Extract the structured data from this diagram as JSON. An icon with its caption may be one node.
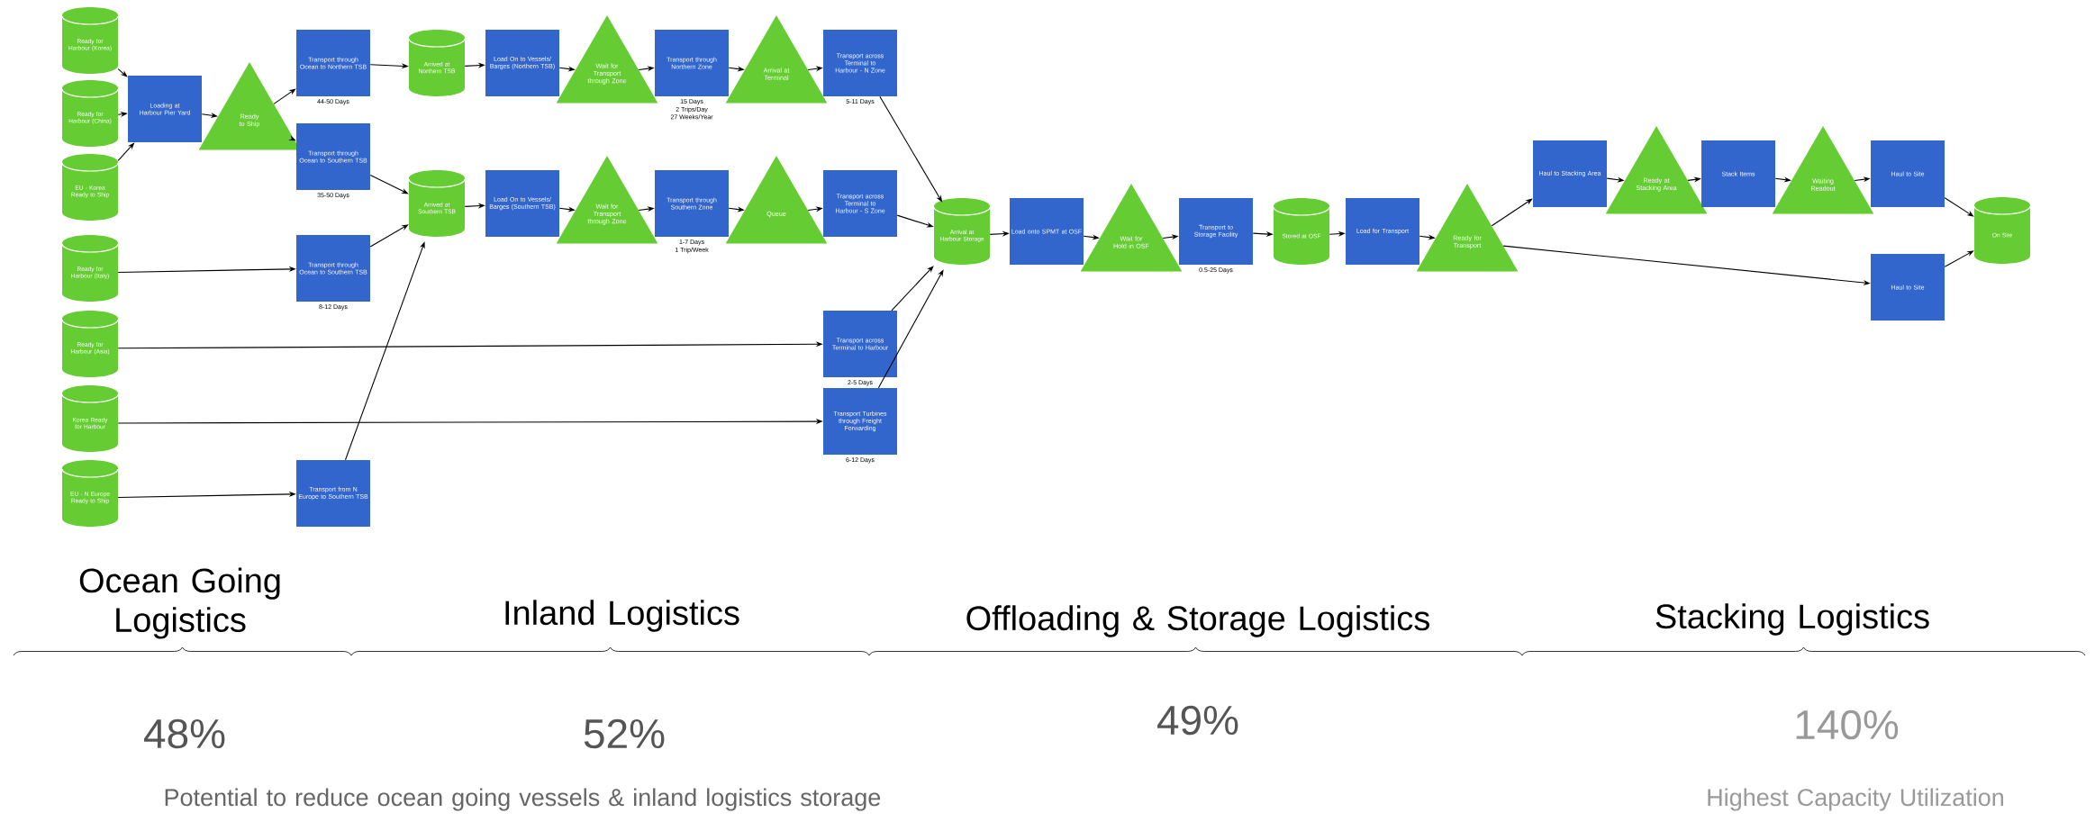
{
  "diagram": {
    "nodes": [
      {
        "text": [
          "Ready for Harbour (Korea)"
        ]
      },
      {
        "text": [
          "Ready for Harbour (China)"
        ]
      },
      {
        "text": [
          "EU - Korea Ready to Ship"
        ]
      },
      {
        "text": [
          "Ready for Harbour (Italy)"
        ]
      },
      {
        "text": [
          "Ready for Harbour (Asia)"
        ]
      },
      {
        "text": [
          "Korea Ready for Harbour"
        ]
      },
      {
        "text": [
          "EU - N Europe Ready to Ship"
        ]
      },
      {
        "text": [
          "Loading at Harbour Pier Yard"
        ]
      },
      {
        "text": [
          "Ready to Ship"
        ]
      },
      {
        "text": [
          "Transport through Ocean to Northern TSB"
        ],
        "beside": [
          "44-50 Days"
        ]
      },
      {
        "text": [
          "Transport through Ocean to Southern TSB"
        ],
        "beside": [
          "35-50 Days"
        ]
      },
      {
        "text": [
          "Transport through Ocean to Southern TSB"
        ],
        "beside": [
          "8-12 Days"
        ]
      },
      {
        "text": [
          "Transport from N Europe to Southern TSB"
        ]
      },
      {
        "text": [
          "Arrived at Northern TSB"
        ]
      },
      {
        "text": [
          "Arrived at Southern TSB"
        ]
      },
      {
        "text": [
          "Load On to Vessels/ Barges (Northern TSB)"
        ]
      },
      {
        "text": [
          "Load On to Vessels/ Barges (Southern TSB)"
        ]
      },
      {
        "text": [
          "Wait for Transport through Zone"
        ]
      },
      {
        "text": [
          "Wait for Transport through Zone"
        ]
      },
      {
        "text": [
          "Transport through Northern Zone"
        ],
        "beside": [
          "15 Days",
          "2 Trips/Day",
          "27 Weeks/Year"
        ]
      },
      {
        "text": [
          "Transport through Southern Zone"
        ],
        "beside": [
          "1-7 Days",
          "1 Trip/Week"
        ]
      },
      {
        "text": [
          "Arrival at Terminal"
        ]
      },
      {
        "text": [
          "Queue"
        ]
      },
      {
        "text": [
          "Transport across Terminal to Harbour - N Zone"
        ],
        "beside": [
          "5-11 Days"
        ]
      },
      {
        "text": [
          "Transport across Terminal to Harbour - S Zone"
        ]
      },
      {
        "text": [
          "Transport across Terminal to Harbour"
        ],
        "beside": [
          "2-5 Days"
        ]
      },
      {
        "text": [
          "Transport Turbines through Freight Forwarding"
        ],
        "beside": [
          "6-12 Days"
        ]
      },
      {
        "text": [
          "Arrival at Harbour Storage"
        ]
      },
      {
        "text": [
          "Load onto SPMT at OSF"
        ]
      },
      {
        "text": [
          "Wait for Hold in OSF"
        ]
      },
      {
        "text": [
          "Transport to Storage Facility"
        ],
        "beside": [
          "0.5-25 Days"
        ]
      },
      {
        "text": [
          "Stored at OSF"
        ]
      },
      {
        "text": [
          "Load for Transport"
        ]
      },
      {
        "text": [
          "Ready for Transport"
        ]
      },
      {
        "text": [
          "Haul to Stacking Area"
        ]
      },
      {
        "text": [
          "Ready at Stacking Area"
        ]
      },
      {
        "text": [
          "Stack Items"
        ]
      },
      {
        "text": [
          "Waiting Readout"
        ]
      },
      {
        "text": [
          "Haul to Site"
        ]
      },
      {
        "text": [
          "Haul to Site"
        ]
      },
      {
        "text": [
          "On Site"
        ]
      }
    ],
    "edges": [
      {
        "from": 0,
        "to": 7,
        "arrow": "to"
      },
      {
        "from": 1,
        "to": 7,
        "arrow": "to"
      },
      {
        "from": 2,
        "to": 7,
        "arrow": "to"
      },
      {
        "from": 7,
        "to": 8,
        "arrow": "to"
      },
      {
        "from": 8,
        "to": 9,
        "arrow": "to"
      },
      {
        "from": 8,
        "to": 10,
        "arrow": "to"
      },
      {
        "from": 3,
        "to": 11,
        "arrow": "to"
      },
      {
        "from": 6,
        "to": 12,
        "arrow": "to"
      },
      {
        "from": 4,
        "to": 25,
        "arrow": "to"
      },
      {
        "from": 5,
        "to": 26,
        "arrow": "to"
      },
      {
        "from": 9,
        "to": 13,
        "arrow": "to"
      },
      {
        "from": 10,
        "to": 14,
        "arrow": "to"
      },
      {
        "from": 11,
        "to": 14,
        "arrow": "to"
      },
      {
        "from": 12,
        "to": 14,
        "arrow": "to"
      },
      {
        "from": 13,
        "to": 15,
        "arrow": "to"
      },
      {
        "from": 14,
        "to": 16,
        "arrow": "to"
      },
      {
        "from": 15,
        "to": 17,
        "arrow": "to"
      },
      {
        "from": 16,
        "to": 18,
        "arrow": "to"
      },
      {
        "from": 17,
        "to": 19,
        "arrow": "to"
      },
      {
        "from": 18,
        "to": 20,
        "arrow": "to"
      },
      {
        "from": 19,
        "to": 21,
        "arrow": "to"
      },
      {
        "from": 20,
        "to": 22,
        "arrow": "to"
      },
      {
        "from": 21,
        "to": 23,
        "arrow": "to"
      },
      {
        "from": 22,
        "to": 24,
        "arrow": "to"
      },
      {
        "from": 23,
        "to": 27,
        "arrow": "to"
      },
      {
        "from": 24,
        "to": 27,
        "arrow": "to"
      },
      {
        "from": 25,
        "to": 27,
        "arrow": "to"
      },
      {
        "from": 26,
        "to": 27,
        "arrow": "to"
      },
      {
        "from": 27,
        "to": 28,
        "arrow": "to"
      },
      {
        "from": 28,
        "to": 29,
        "arrow": "to"
      },
      {
        "from": 29,
        "to": 30,
        "arrow": "to"
      },
      {
        "from": 30,
        "to": 31,
        "arrow": "to"
      },
      {
        "from": 31,
        "to": 32,
        "arrow": "to"
      },
      {
        "from": 32,
        "to": 33,
        "arrow": "to"
      },
      {
        "from": 33,
        "to": 34,
        "arrow": "to"
      },
      {
        "from": 33,
        "to": 39,
        "arrow": "to"
      },
      {
        "from": 34,
        "to": 35,
        "arrow": "to"
      },
      {
        "from": 35,
        "to": 36,
        "arrow": "to"
      },
      {
        "from": 36,
        "to": 37,
        "arrow": "to"
      },
      {
        "from": 37,
        "to": 38,
        "arrow": "to"
      },
      {
        "from": 38,
        "to": 40,
        "arrow": "to"
      },
      {
        "from": 39,
        "to": 40,
        "arrow": "to"
      }
    ],
    "labels": [
      "Ocean Going Logistics",
      "Inland Logistics",
      "Offloading & Storage Logistics",
      "Stacking Logistics",
      "48%",
      "52%",
      "49%",
      "140%",
      "Potential to reduce ocean going vessels & inland logistics storage",
      "Highest Capacity Utilization"
    ]
  }
}
